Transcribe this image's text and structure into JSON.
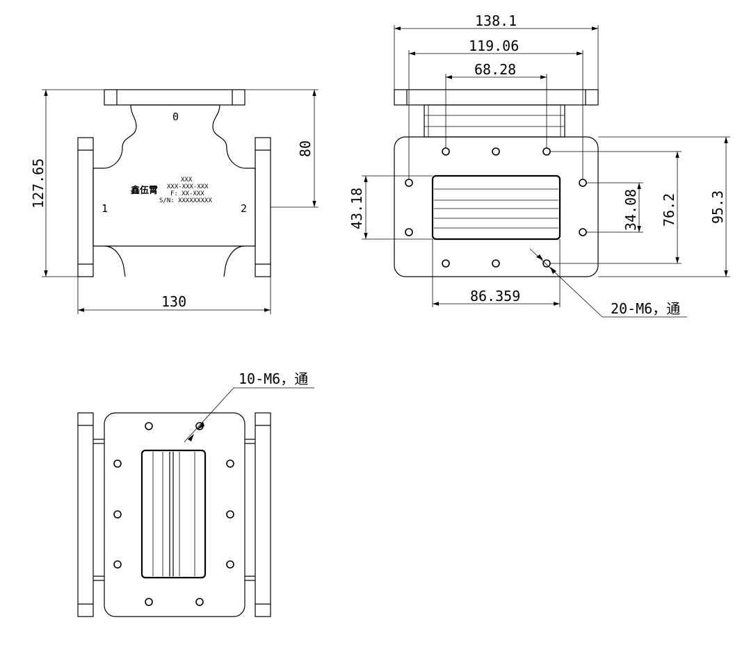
{
  "dimensions": {
    "side_height": "127.65",
    "side_width": "130",
    "side_port_height": "80",
    "top_overall": "138.1",
    "top_hole_span": "119.06",
    "top_inner": "68.28",
    "aperture_width": "86.359",
    "left_height": "43.18",
    "right_inner": "34.08",
    "right_mid": "76.2",
    "right_overall": "95.3"
  },
  "ports": {
    "top": "0",
    "left": "1",
    "right": "2"
  },
  "nameplate": {
    "logo": "鑫伍霄",
    "line1": "XXX",
    "line2": "XXX-XXX-XXX",
    "line3": "F: XX-XXX",
    "line4": "S/N: XXXXXXXXX"
  },
  "callouts": {
    "front_holes": "20-M6，通",
    "bottom_holes": "10-M6，通"
  }
}
